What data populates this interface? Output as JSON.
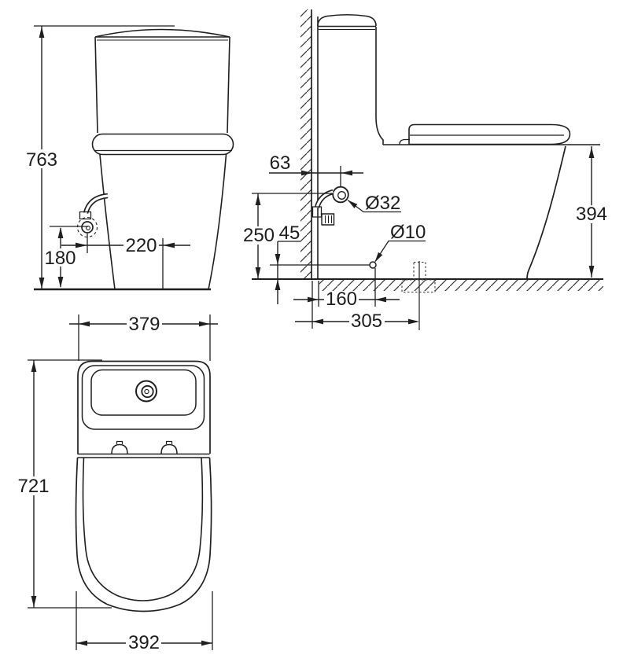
{
  "views": {
    "front": {
      "overall_height": "763",
      "supply_height": "180",
      "supply_offset": "220",
      "tank_width": "379"
    },
    "side": {
      "supply_wall_offset": "63",
      "supply_diameter": "Ø32",
      "supply_center_height": "250",
      "fixing_height": "45",
      "fixing_diameter": "Ø10",
      "rim_height": "394",
      "fixing_wall_distance": "160",
      "outlet_wall_distance": "305"
    },
    "top": {
      "overall_depth": "721",
      "bowl_width": "392"
    }
  },
  "colors": {
    "line": "#1f1f1f",
    "background": "#ffffff"
  }
}
